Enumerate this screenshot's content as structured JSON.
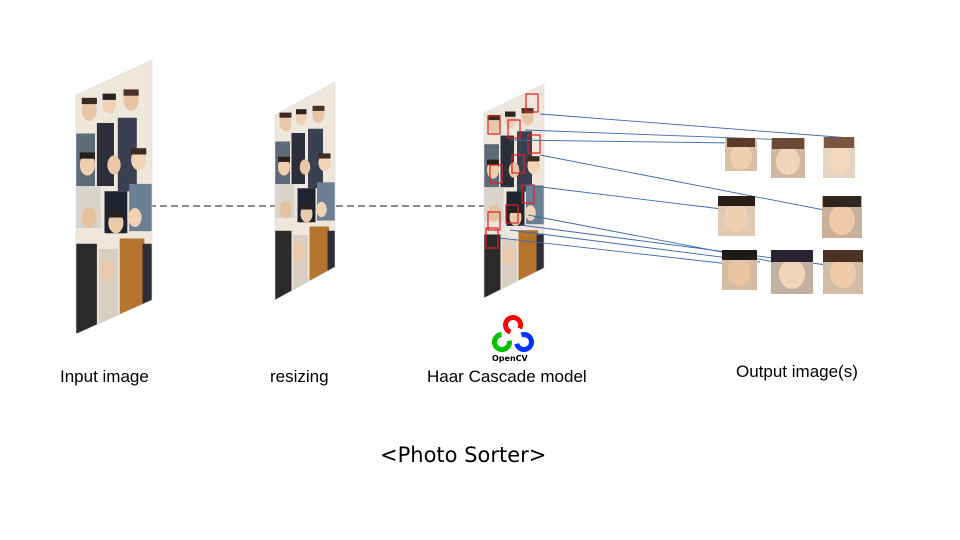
{
  "stages": {
    "input_label": "Input image",
    "resize_label": "resizing",
    "haar_label": "Haar Cascade model",
    "output_label": "Output image(s)"
  },
  "opencv_logo_text": "OpenCV",
  "diagram_title": "<Photo Sorter>",
  "colors": {
    "connector": "#3c6bb0",
    "dash": "#444444",
    "detection_box": "#e02020",
    "opencv_red": "#ff0000",
    "opencv_green": "#00c000",
    "opencv_blue": "#0033ff"
  },
  "output_face_count": 8,
  "detected_face_count": 10
}
